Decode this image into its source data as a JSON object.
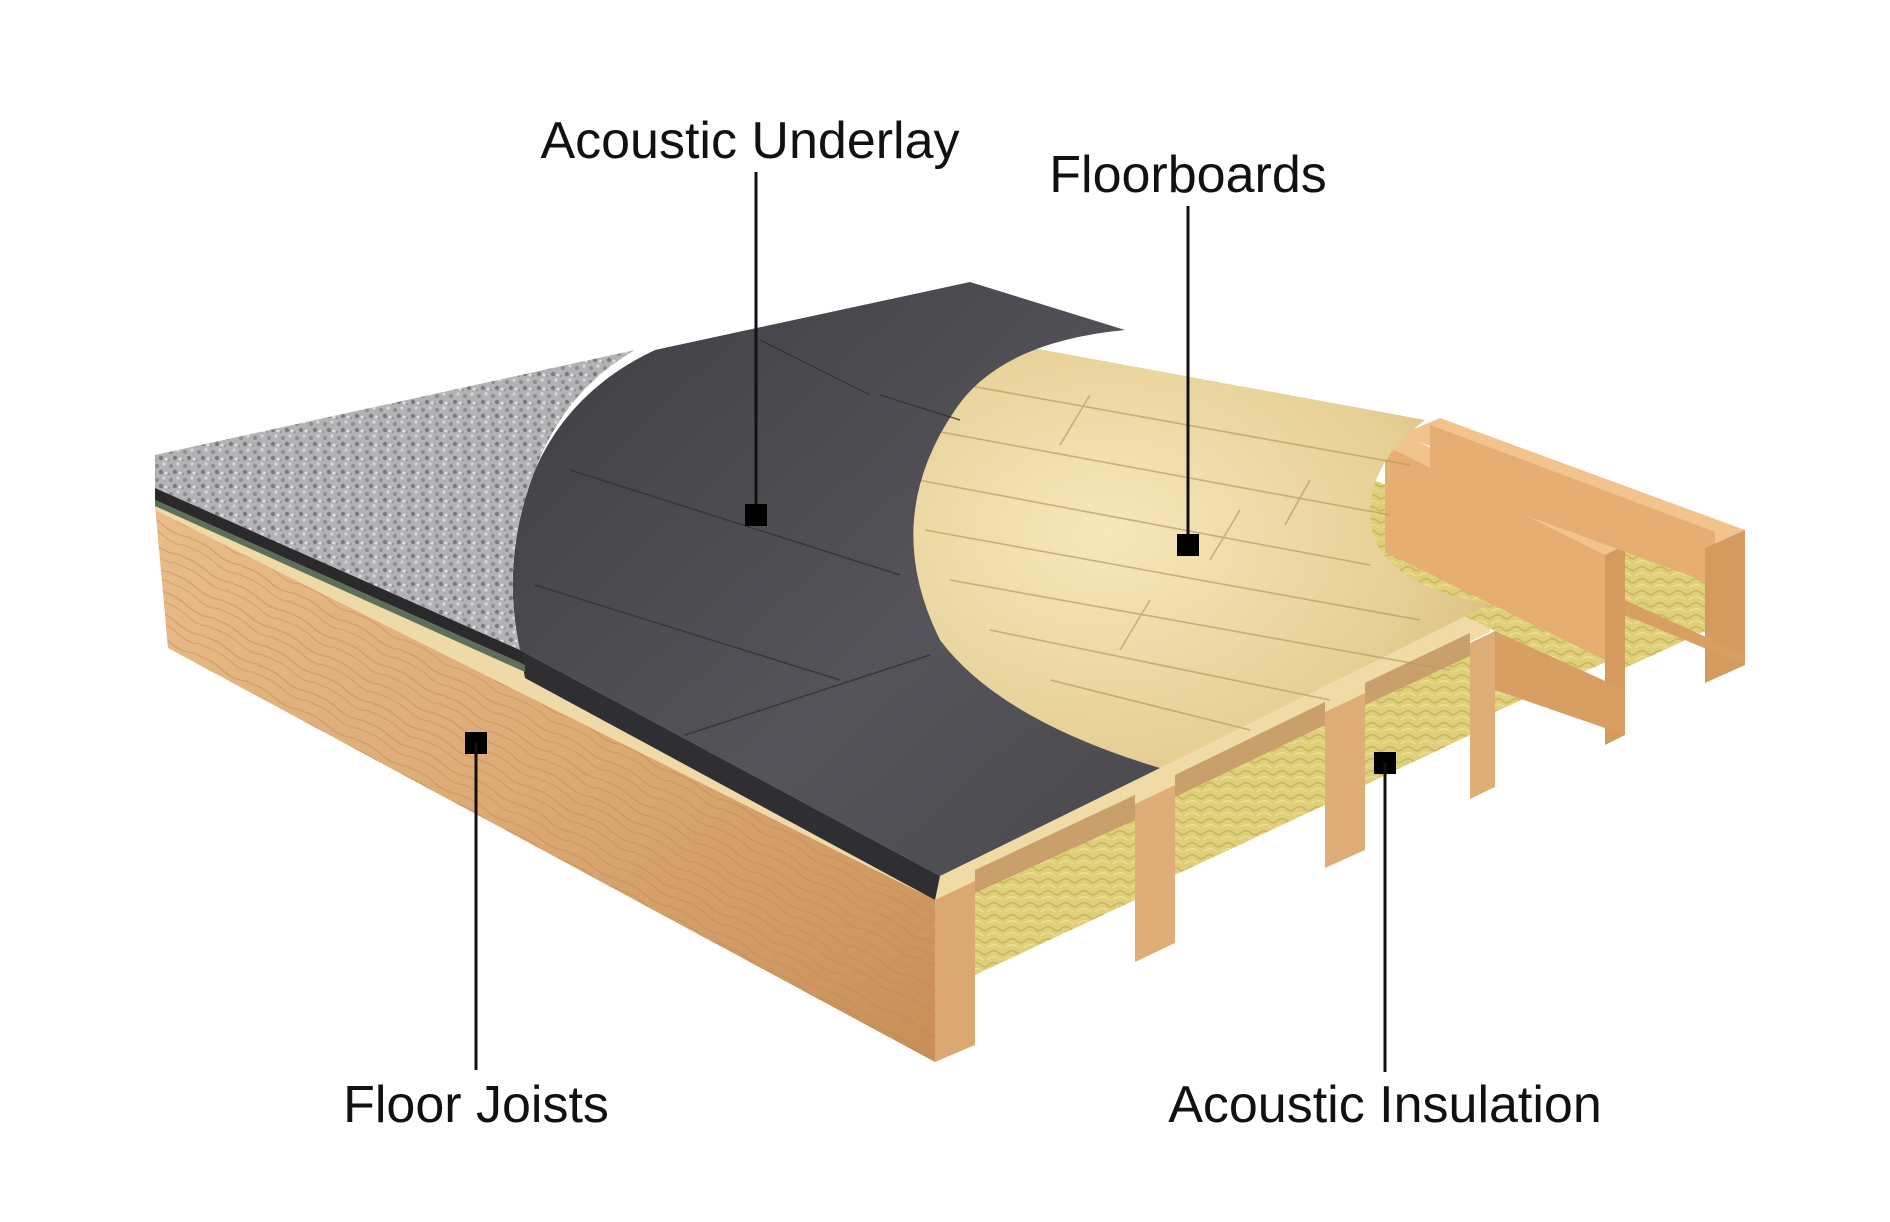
{
  "labels": {
    "acoustic_underlay": "Acoustic Underlay",
    "floorboards": "Floorboards",
    "floor_joists": "Floor Joists",
    "acoustic_insulation": "Acoustic Insulation"
  },
  "colors": {
    "background": "#ffffff",
    "label_text": "#111111",
    "underlay_dark": "#4a494e",
    "underlay_grey": "#a9a9ab",
    "floorboard_light": "#e6cf95",
    "joist_wood": "#e2b27d",
    "insulation": "#dccb73"
  }
}
